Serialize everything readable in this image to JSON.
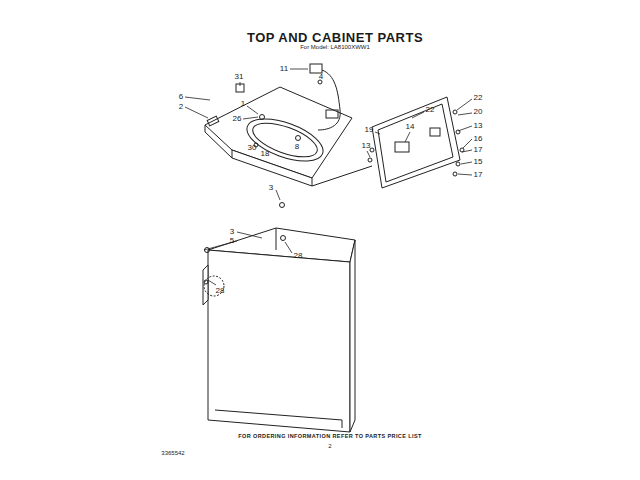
{
  "diagram": {
    "title": "TOP AND CABINET PARTS",
    "labels": [
      "For Model: LA8100XWW1",
      "11",
      "4",
      "31",
      "6",
      "22",
      "2",
      "1",
      "22",
      "20",
      "26",
      "14",
      "13",
      "19",
      "16",
      "13",
      "30",
      "8",
      "18",
      "17",
      "15",
      "17",
      "3",
      "3",
      "5",
      "28",
      "28",
      "FOR ORDERING INFORMATION REFER TO PARTS PRICE LIST",
      "2",
      "3365542"
    ]
  }
}
